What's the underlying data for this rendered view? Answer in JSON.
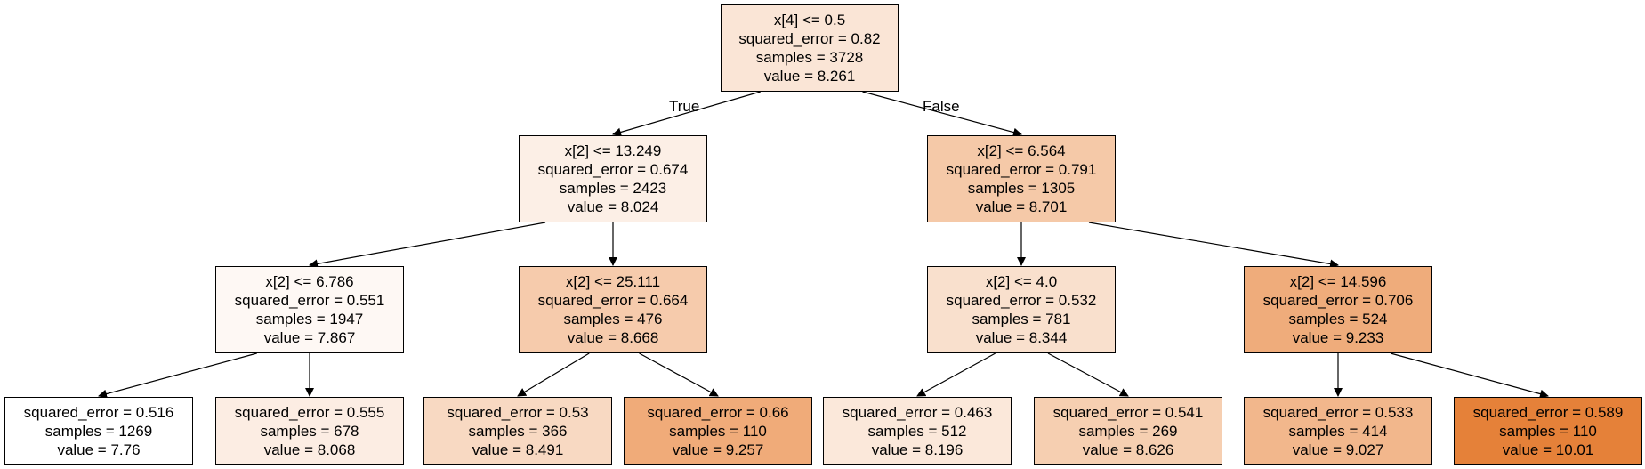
{
  "edge_labels": {
    "true": "True",
    "false": "False"
  },
  "nodes": [
    {
      "id": "n0",
      "split": "x[4] <= 0.5",
      "error": "squared_error = 0.82",
      "samples": "samples = 3728",
      "value": "value = 8.261",
      "fill": "#fae5d6"
    },
    {
      "id": "n1",
      "split": "x[2] <= 13.249",
      "error": "squared_error = 0.674",
      "samples": "samples = 2423",
      "value": "value = 8.024",
      "fill": "#fcefe6"
    },
    {
      "id": "n2",
      "split": "x[2] <= 6.786",
      "error": "squared_error = 0.551",
      "samples": "samples = 1947",
      "value": "value = 7.867",
      "fill": "#fef8f4"
    },
    {
      "id": "n3",
      "split": "",
      "error": "squared_error = 0.516",
      "samples": "samples = 1269",
      "value": "value = 7.76",
      "fill": "#ffffff"
    },
    {
      "id": "n4",
      "split": "",
      "error": "squared_error = 0.555",
      "samples": "samples = 678",
      "value": "value = 8.068",
      "fill": "#fcede3"
    },
    {
      "id": "n5",
      "split": "x[2] <= 25.111",
      "error": "squared_error = 0.664",
      "samples": "samples = 476",
      "value": "value = 8.668",
      "fill": "#f6cbac"
    },
    {
      "id": "n6",
      "split": "",
      "error": "squared_error = 0.53",
      "samples": "samples = 366",
      "value": "value = 8.491",
      "fill": "#f8d9c2"
    },
    {
      "id": "n7",
      "split": "",
      "error": "squared_error = 0.66",
      "samples": "samples = 110",
      "value": "value = 9.257",
      "fill": "#f0ab79"
    },
    {
      "id": "n8",
      "split": "x[2] <= 6.564",
      "error": "squared_error = 0.791",
      "samples": "samples = 1305",
      "value": "value = 8.701",
      "fill": "#f5c9a8"
    },
    {
      "id": "n9",
      "split": "x[2] <= 4.0",
      "error": "squared_error = 0.532",
      "samples": "samples = 781",
      "value": "value = 8.344",
      "fill": "#f9e0cd"
    },
    {
      "id": "n10",
      "split": "",
      "error": "squared_error = 0.463",
      "samples": "samples = 512",
      "value": "value = 8.196",
      "fill": "#fbe8da"
    },
    {
      "id": "n11",
      "split": "",
      "error": "squared_error = 0.541",
      "samples": "samples = 269",
      "value": "value = 8.626",
      "fill": "#f6cfb1"
    },
    {
      "id": "n12",
      "split": "x[2] <= 14.596",
      "error": "squared_error = 0.706",
      "samples": "samples = 524",
      "value": "value = 9.233",
      "fill": "#efac7b"
    },
    {
      "id": "n13",
      "split": "",
      "error": "squared_error = 0.533",
      "samples": "samples = 414",
      "value": "value = 9.027",
      "fill": "#f2b78c"
    },
    {
      "id": "n14",
      "split": "",
      "error": "squared_error = 0.589",
      "samples": "samples = 110",
      "value": "value = 10.01",
      "fill": "#e58139"
    }
  ],
  "edges": [
    {
      "from": "n0",
      "to": "n1",
      "label": "true"
    },
    {
      "from": "n0",
      "to": "n8",
      "label": "false"
    },
    {
      "from": "n1",
      "to": "n2"
    },
    {
      "from": "n1",
      "to": "n5"
    },
    {
      "from": "n2",
      "to": "n3"
    },
    {
      "from": "n2",
      "to": "n4"
    },
    {
      "from": "n5",
      "to": "n6"
    },
    {
      "from": "n5",
      "to": "n7"
    },
    {
      "from": "n8",
      "to": "n9"
    },
    {
      "from": "n8",
      "to": "n12"
    },
    {
      "from": "n9",
      "to": "n10"
    },
    {
      "from": "n9",
      "to": "n11"
    },
    {
      "from": "n12",
      "to": "n13"
    },
    {
      "from": "n12",
      "to": "n14"
    }
  ]
}
